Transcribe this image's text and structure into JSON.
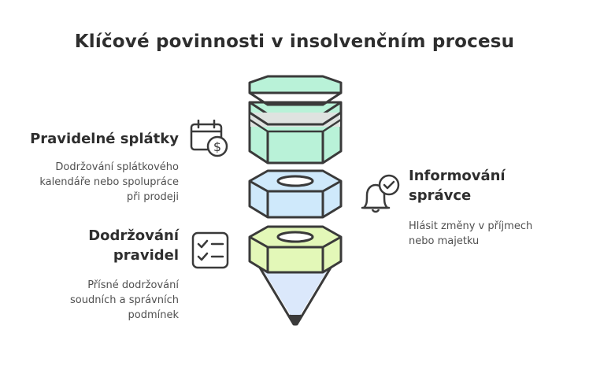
{
  "title": "Klíčové povinnosti v insolvenčním procesu",
  "items": [
    {
      "heading": "Pravidelné splátky",
      "description_lines": [
        "Dodržování splátkového",
        "kalendáře nebo spolupráce",
        "při prodeji"
      ],
      "icon": "calendar-dollar-icon"
    },
    {
      "heading_lines": [
        "Dodržování",
        "pravidel"
      ],
      "description_lines": [
        "Přísné dodržování",
        "soudních a správních",
        "podmínek"
      ],
      "icon": "checklist-icon"
    },
    {
      "heading_lines": [
        "Informování",
        "správce"
      ],
      "description_lines": [
        "Hlásit změny v příjmech",
        "nebo majetku"
      ],
      "icon": "bell-check-icon"
    }
  ],
  "colors": {
    "top_segment": "#b9f2d8",
    "middle_segment": "#cfe9fb",
    "lower_segment": "#e3f8b8",
    "tip": "#dbe8fb",
    "outline": "#3a3a3a"
  }
}
